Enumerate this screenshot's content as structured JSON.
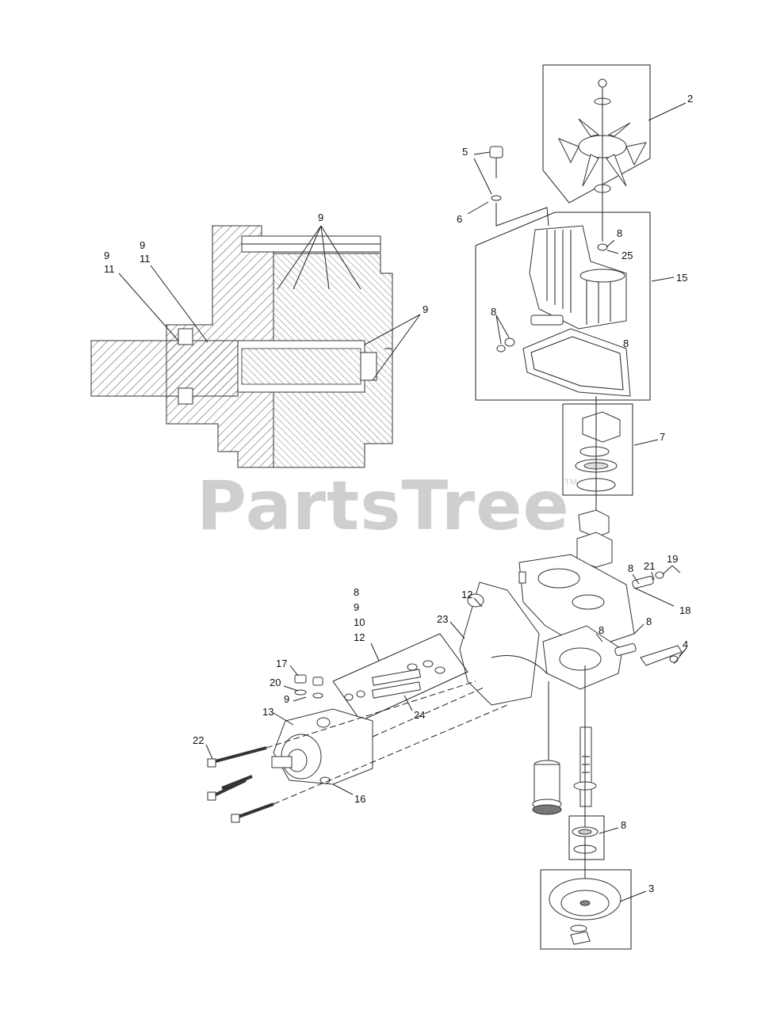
{
  "watermark": {
    "text": "PartsTree",
    "tm": "TM"
  },
  "callouts": {
    "c2": "2",
    "c3": "3",
    "c4": "4",
    "c5": "5",
    "c6": "6",
    "c7": "7",
    "c8a": "8",
    "c8b": "8",
    "c8c": "8",
    "c8d": "8",
    "c8e": "8",
    "c8f": "8",
    "c8g": "8",
    "c15": "15",
    "c25": "25",
    "c21": "21",
    "c19": "19",
    "c18": "18",
    "c12a": "12",
    "c23": "23",
    "c17": "17",
    "c20": "20",
    "c9g": "9",
    "c13": "13",
    "c22": "22",
    "c24": "24",
    "c16": "16",
    "c9top": "9",
    "c9right": "9",
    "c9l1": "9",
    "c11l1": "11",
    "c9l2": "9",
    "c11l2": "11",
    "stack": {
      "l1": "8",
      "l2": "9",
      "l3": "10",
      "l4": "12"
    }
  }
}
